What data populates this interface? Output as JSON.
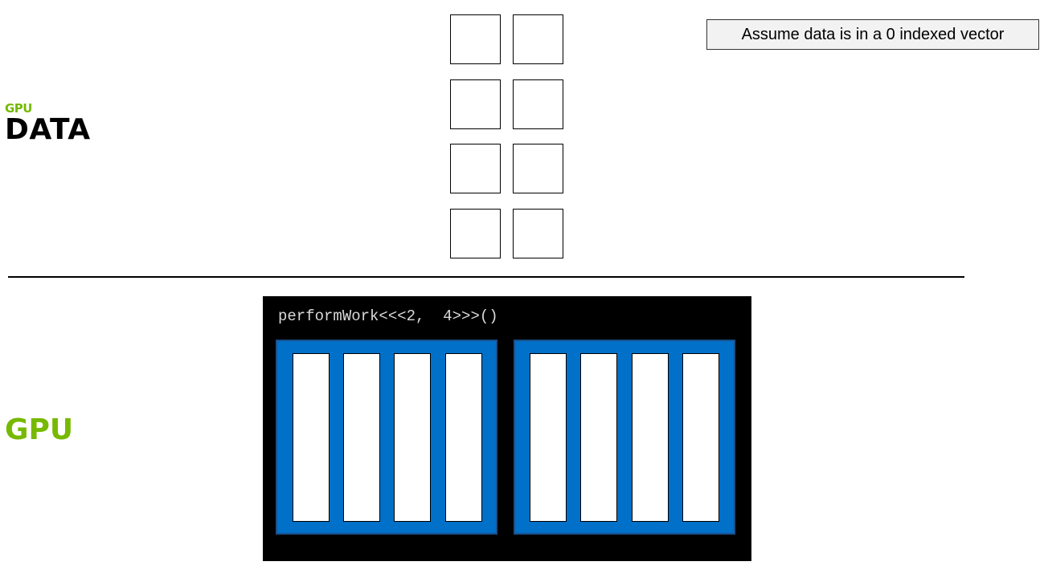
{
  "labels": {
    "data_small": "GPU",
    "data_big": "DATA",
    "gpu": "GPU"
  },
  "note": {
    "text": "Assume data is in a 0 indexed vector"
  },
  "data_grid": {
    "rows": 4,
    "columns": 2
  },
  "kernel": {
    "launch": "performWork<<<2,  4>>>()",
    "blocks": 2,
    "threads_per_block": 4
  },
  "colors": {
    "nvidia_green": "#76b900",
    "block_blue": "#0070c8",
    "panel_black": "#000000"
  }
}
